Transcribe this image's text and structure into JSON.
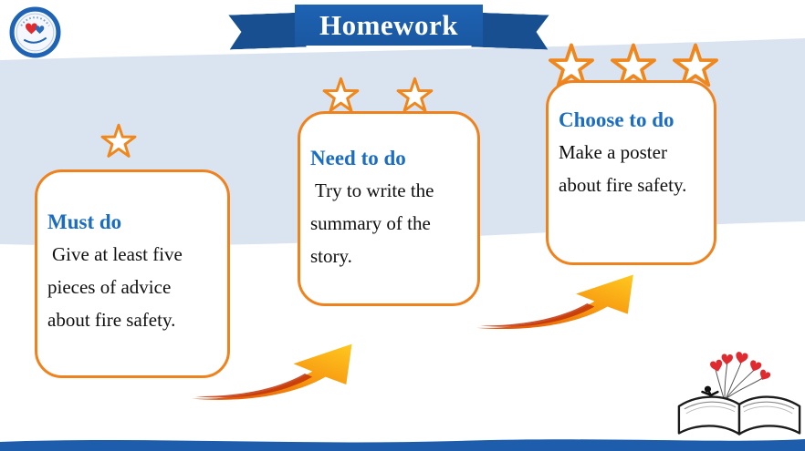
{
  "slide": {
    "title": "Homework",
    "tasks": [
      {
        "name": "must-do",
        "heading": "Must do",
        "body": "Give at least five pieces of advice about fire safety.",
        "stars": 1
      },
      {
        "name": "need-to-do",
        "heading": "Need to do",
        "body": "Try to write the summary of the story.",
        "stars": 2
      },
      {
        "name": "choose-to-do",
        "heading": "Choose to do",
        "body": "Make a poster about fire safety.",
        "stars": 3
      }
    ],
    "colors": {
      "ribbon": "#1e63b4",
      "ribbon_dark": "#174f91",
      "heading_blue": "#1b6dc1",
      "orange": "#f0821e",
      "star_orange": "#f0871c",
      "band": "#dae4f1",
      "footer": "#1e5dab",
      "arrow_start": "#dd4a08",
      "arrow_end": "#ffc91f",
      "heart_red": "#df2b30"
    },
    "icons": {
      "logo": "school-logo-icon",
      "star": "star-icon",
      "arrow": "swoosh-arrow-icon",
      "book": "open-book-icon"
    }
  }
}
